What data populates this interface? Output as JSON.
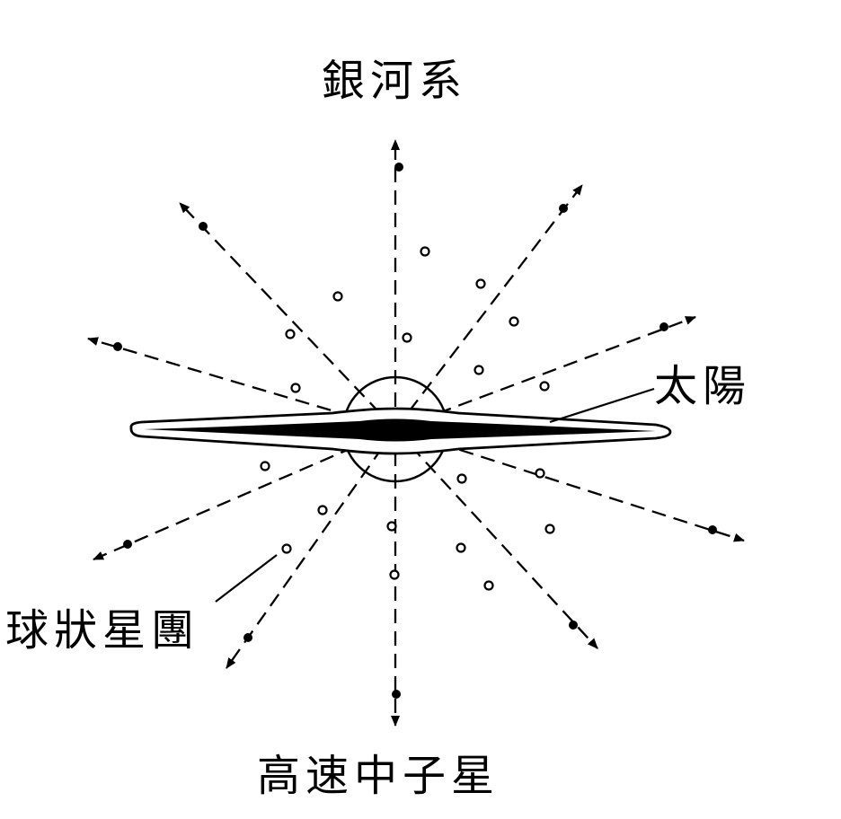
{
  "labels": {
    "galaxy": "銀河系",
    "sun": "太陽",
    "globular_clusters": "球狀星團",
    "high_velocity_neutron_stars": "高速中子星"
  },
  "colors": {
    "ink": "#000000",
    "background": "#ffffff"
  }
}
